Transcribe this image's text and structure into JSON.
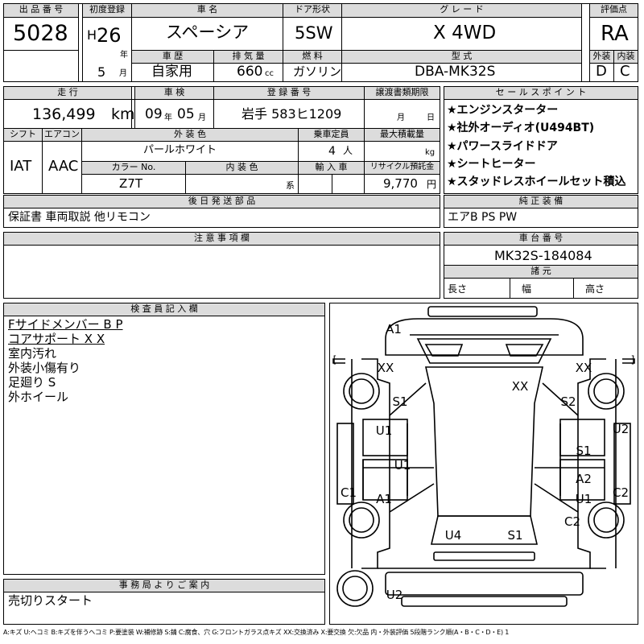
{
  "vehicle": {
    "lot_number_label": "出 品 番 号",
    "lot_number": "5028",
    "first_reg_label": "初度登録",
    "era": "H",
    "first_reg_year": "26",
    "year_unit": "年",
    "first_reg_month": "5",
    "month_unit": "月",
    "name_label": "車 名",
    "name": "スペーシア",
    "door_label": "ドア形状",
    "door": "5SW",
    "grade_label": "グ レ ー ド",
    "grade": "X 4WD",
    "score_label": "評価点",
    "score": "RA",
    "history_label": "車 歴",
    "history": "自家用",
    "displacement_label": "排 気 量",
    "displacement": "660",
    "displacement_unit": "cc",
    "fuel_label": "燃 料",
    "fuel": "ガソリン",
    "model_label": "型 式",
    "model": "DBA-MK32S",
    "exterior_label": "外装",
    "exterior": "D",
    "interior_label": "内装",
    "interior": "C"
  },
  "row2": {
    "mileage_label": "走 行",
    "mileage": "136,499",
    "mileage_unit": "km",
    "inspection_label": "車 検",
    "inspection_year": "09",
    "inspection_month": "05",
    "year_unit": "年",
    "month_unit": "月",
    "plate_label": "登 録 番 号",
    "plate": "岩手 583ヒ1209",
    "transfer_label": "譲渡書類期限",
    "transfer_month": "月",
    "transfer_day": "日",
    "shift_label": "シフト",
    "shift": "IAT",
    "ac_label": "エアコン",
    "ac": "AAC",
    "color_label": "外 装 色",
    "color": "パールホワイト",
    "capacity_label": "乗車定員",
    "capacity": "4",
    "capacity_unit": "人",
    "max_load_label": "最大積載量",
    "max_load_unit": "kg",
    "color_no_label": "カラー No.",
    "color_no": "Z7T",
    "interior_color_label": "内 装 色",
    "interior_color_unit": "系",
    "import_label": "輸 入 車",
    "recycle_label": "リサイクル預託金",
    "recycle": "9,770",
    "recycle_unit": "円"
  },
  "sales_points": {
    "label": "セ ー ル ス ポ イ ン ト",
    "items": [
      "★エンジンスターター",
      "★社外オーディオ(U494BT)",
      "★パワースライドドア",
      "★シートヒーター",
      "★スタッドレスホイールセット積込"
    ]
  },
  "shipping": {
    "label": "後 日 発 送 部 品",
    "text": "保証書 車両取説 他リモコン"
  },
  "equipment": {
    "label": "純 正 装 備",
    "text": "エアB PS PW"
  },
  "notes": {
    "label": "注 意 事 項 欄"
  },
  "chassis": {
    "label": "車 台 番 号",
    "number": "MK32S-184084"
  },
  "dims": {
    "label": "諸 元",
    "length": "長さ",
    "width": "幅",
    "height": "高さ"
  },
  "inspector": {
    "label": "検 査 員 記 入 欄",
    "lines": [
      "Fサイドメンバー B P",
      "コアサポート X X",
      "室内汚れ",
      "外装小傷有り",
      "足廻り S",
      "外ホイール"
    ]
  },
  "office": {
    "label": "事 務 局 よ り ご 案 内",
    "text": "売切りスタート"
  },
  "legend": "A:キズ U:ヘコミ B:キズを伴うヘコミ P:要塗装 W:補修跡 S:錆 C:腐食、穴 G:フロントガラス点キズ XX:交換済み X:要交換 欠:欠品 内・外装評価 5段階ランク順(A・B・C・D・E) 1",
  "diagram": {
    "marks": [
      "A1",
      "XX",
      "XX",
      "XX",
      "S1",
      "S2",
      "U1",
      "U2",
      "S1",
      "U1",
      "A2",
      "C1",
      "A1",
      "U1",
      "C2",
      "C2",
      "U4",
      "S1",
      "U2"
    ],
    "brackets": [
      "[",
      "]"
    ]
  }
}
